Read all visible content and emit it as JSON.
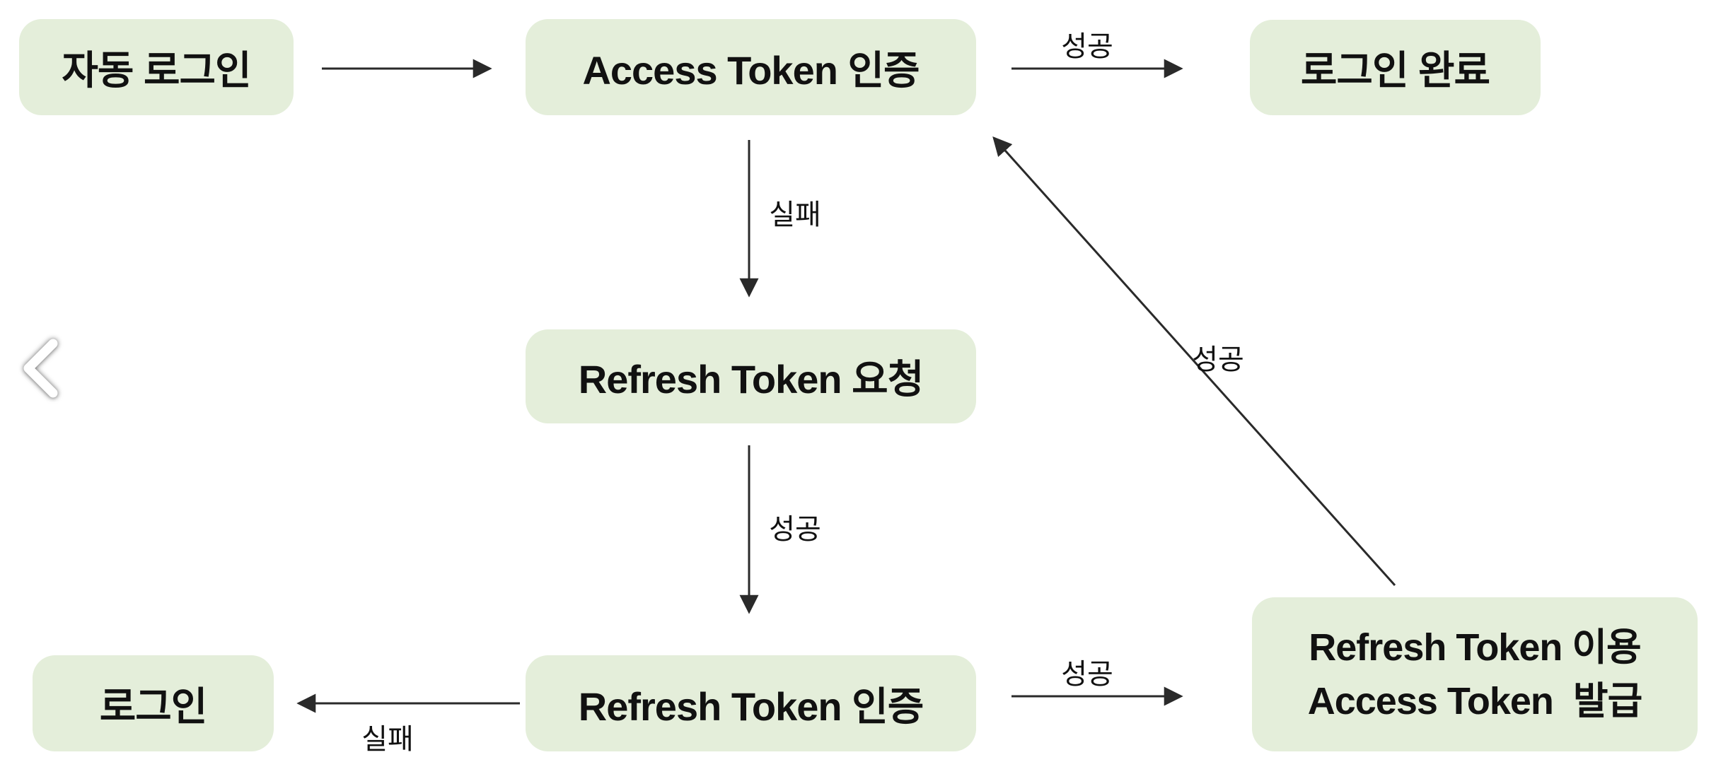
{
  "diagram": {
    "nodes": {
      "auto_login": {
        "label": "자동 로그인"
      },
      "access_token_auth": {
        "label": "Access Token 인증"
      },
      "login_complete": {
        "label": "로그인 완료"
      },
      "refresh_token_request": {
        "label": "Refresh Token 요청"
      },
      "refresh_token_auth": {
        "label": "Refresh Token 인증"
      },
      "login": {
        "label": "로그인"
      },
      "issue_access_token": {
        "label_line1": "Refresh Token 이용",
        "label_line2": "Access Token  발급"
      }
    },
    "edges": {
      "auto_login_to_access": {
        "label": ""
      },
      "access_to_complete": {
        "label": "성공"
      },
      "access_to_refresh_request": {
        "label": "실패"
      },
      "refresh_request_to_refresh_auth": {
        "label": "성공"
      },
      "refresh_auth_to_login": {
        "label": "실패"
      },
      "refresh_auth_to_issue": {
        "label": "성공"
      },
      "issue_to_access": {
        "label": "성공"
      }
    },
    "colors": {
      "node_fill": "#e4eeda",
      "text": "#111111",
      "arrow": "#2a2a2a"
    }
  },
  "carousel": {
    "prev_icon": "chevron-left"
  }
}
